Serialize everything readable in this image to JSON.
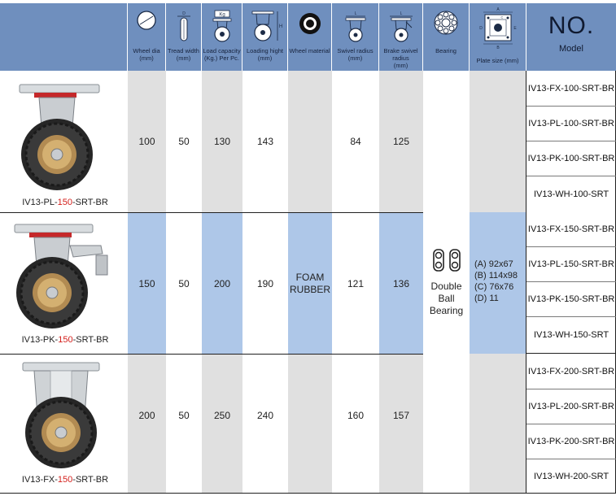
{
  "header": {
    "columns": [
      {
        "key": "wheel_dia",
        "label": "Wheel dia\n(mm)",
        "icon": "wheel-diameter-icon"
      },
      {
        "key": "tread_width",
        "label": "Tread width\n(mm)",
        "icon": "tread-width-icon"
      },
      {
        "key": "load_capacity",
        "label": "Load capacity\n(Kg.) Per Pc.",
        "icon": "load-capacity-icon"
      },
      {
        "key": "loading_height",
        "label": "Loading hight\n(mm)",
        "icon": "loading-height-icon"
      },
      {
        "key": "wheel_material",
        "label": "Wheel material",
        "icon": "wheel-material-icon"
      },
      {
        "key": "swivel_radius",
        "label": "Swivel radius\n(mm)",
        "icon": "swivel-radius-icon"
      },
      {
        "key": "brake_swivel_radius",
        "label": "Brake swivel radius\n(mm)",
        "icon": "brake-swivel-radius-icon"
      },
      {
        "key": "bearing",
        "label": "Bearing",
        "icon": "bearing-icon"
      },
      {
        "key": "plate_size",
        "label": "Plate size (mm)",
        "icon": "plate-size-icon"
      }
    ],
    "icon_letters": {
      "tread": "D",
      "load": "Kg",
      "height": "H",
      "swivel": "L",
      "brake": "L",
      "plate_a": "A",
      "plate_b": "B",
      "plate_c": "C",
      "plate_d": "D",
      "plate_e": "E"
    },
    "model_title": "NO.",
    "model_subtitle": "Model"
  },
  "groups": [
    {
      "product_label_prefix": "IV13-PL-",
      "product_label_size": "150",
      "product_label_suffix": "-SRT-BR",
      "caster_type": "swivel-caster-icon",
      "wheel_dia": "100",
      "tread_width": "50",
      "load_capacity": "130",
      "loading_height": "143",
      "swivel_radius": "84",
      "brake_swivel_radius": "125",
      "models": [
        "IV13-FX-100-SRT-BR",
        "IV13-PL-100-SRT-BR",
        "IV13-PK-100-SRT-BR",
        "IV13-WH-100-SRT"
      ]
    },
    {
      "product_label_prefix": "IV13-PK-",
      "product_label_size": "150",
      "product_label_suffix": "-SRT-BR",
      "caster_type": "brake-caster-icon",
      "wheel_dia": "150",
      "tread_width": "50",
      "load_capacity": "200",
      "loading_height": "190",
      "swivel_radius": "121",
      "brake_swivel_radius": "136",
      "models": [
        "IV13-FX-150-SRT-BR",
        "IV13-PL-150-SRT-BR",
        "IV13-PK-150-SRT-BR",
        "IV13-WH-150-SRT"
      ]
    },
    {
      "product_label_prefix": "IV13-FX-",
      "product_label_size": "150",
      "product_label_suffix": "-SRT-BR",
      "caster_type": "fixed-caster-icon",
      "wheel_dia": "200",
      "tread_width": "50",
      "load_capacity": "250",
      "loading_height": "240",
      "swivel_radius": "160",
      "brake_swivel_radius": "157",
      "models": [
        "IV13-FX-200-SRT-BR",
        "IV13-PL-200-SRT-BR",
        "IV13-PK-200-SRT-BR",
        "IV13-WH-200-SRT"
      ]
    }
  ],
  "shared": {
    "wheel_material": [
      "FOAM",
      "RUBBER"
    ],
    "bearing": [
      "Double",
      "Ball",
      "Bearing"
    ],
    "plate_size": [
      "(A) 92x67",
      "(B) 114x98",
      "(C) 76x76",
      "(D) 11"
    ]
  },
  "colors": {
    "header_blue": "#6f8fbe",
    "band_blue": "#aec7e8",
    "column_gray": "#e0e0e0",
    "accent_red": "#d4201c"
  }
}
